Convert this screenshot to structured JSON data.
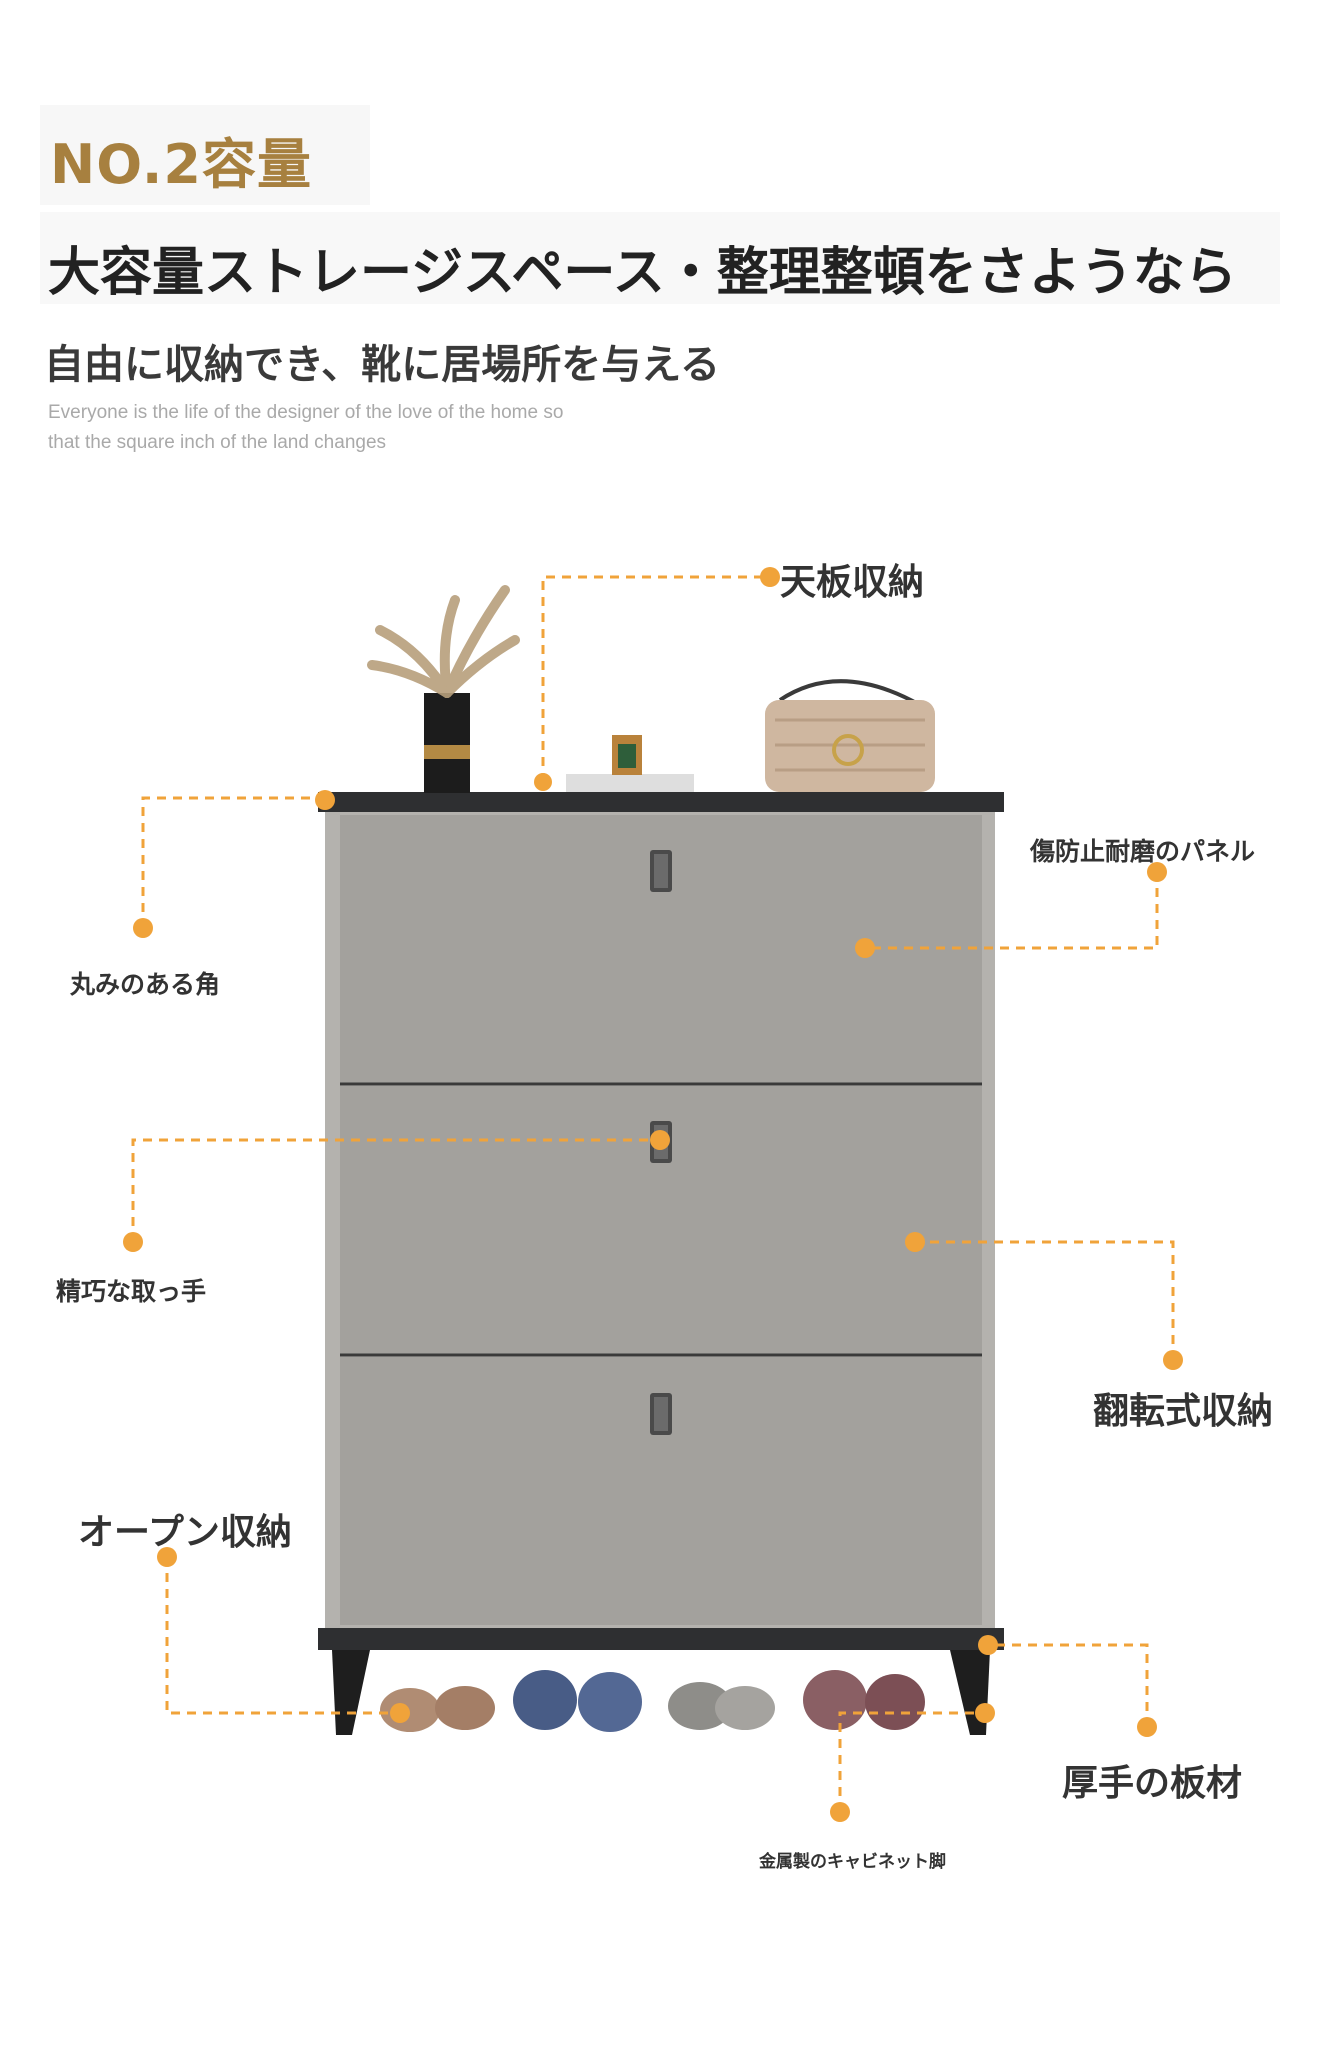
{
  "header": {
    "badge": "NO.2容量",
    "headline": "大容量ストレージスペース・整理整頓をさようなら",
    "subhead": "自由に収納でき、靴に居場所を与える",
    "english_line1": "Everyone is the life of the designer of the love of the home so",
    "english_line2": "that the square inch of the land changes"
  },
  "callouts": {
    "top_storage": "天板収納",
    "scratch_panel": "傷防止耐磨のパネル",
    "rounded_corner": "丸みのある角",
    "handle": "精巧な取っ手",
    "flip_storage": "翻転式収納",
    "open_storage": "オープン収納",
    "thick_board": "厚手の板材",
    "metal_legs": "金属製のキャビネット脚"
  },
  "colors": {
    "accent_orange": "#f0a33a",
    "badge_gold": "#a7803f",
    "cabinet_grey": "#a19f9b",
    "cabinet_top": "#2e2f31"
  }
}
